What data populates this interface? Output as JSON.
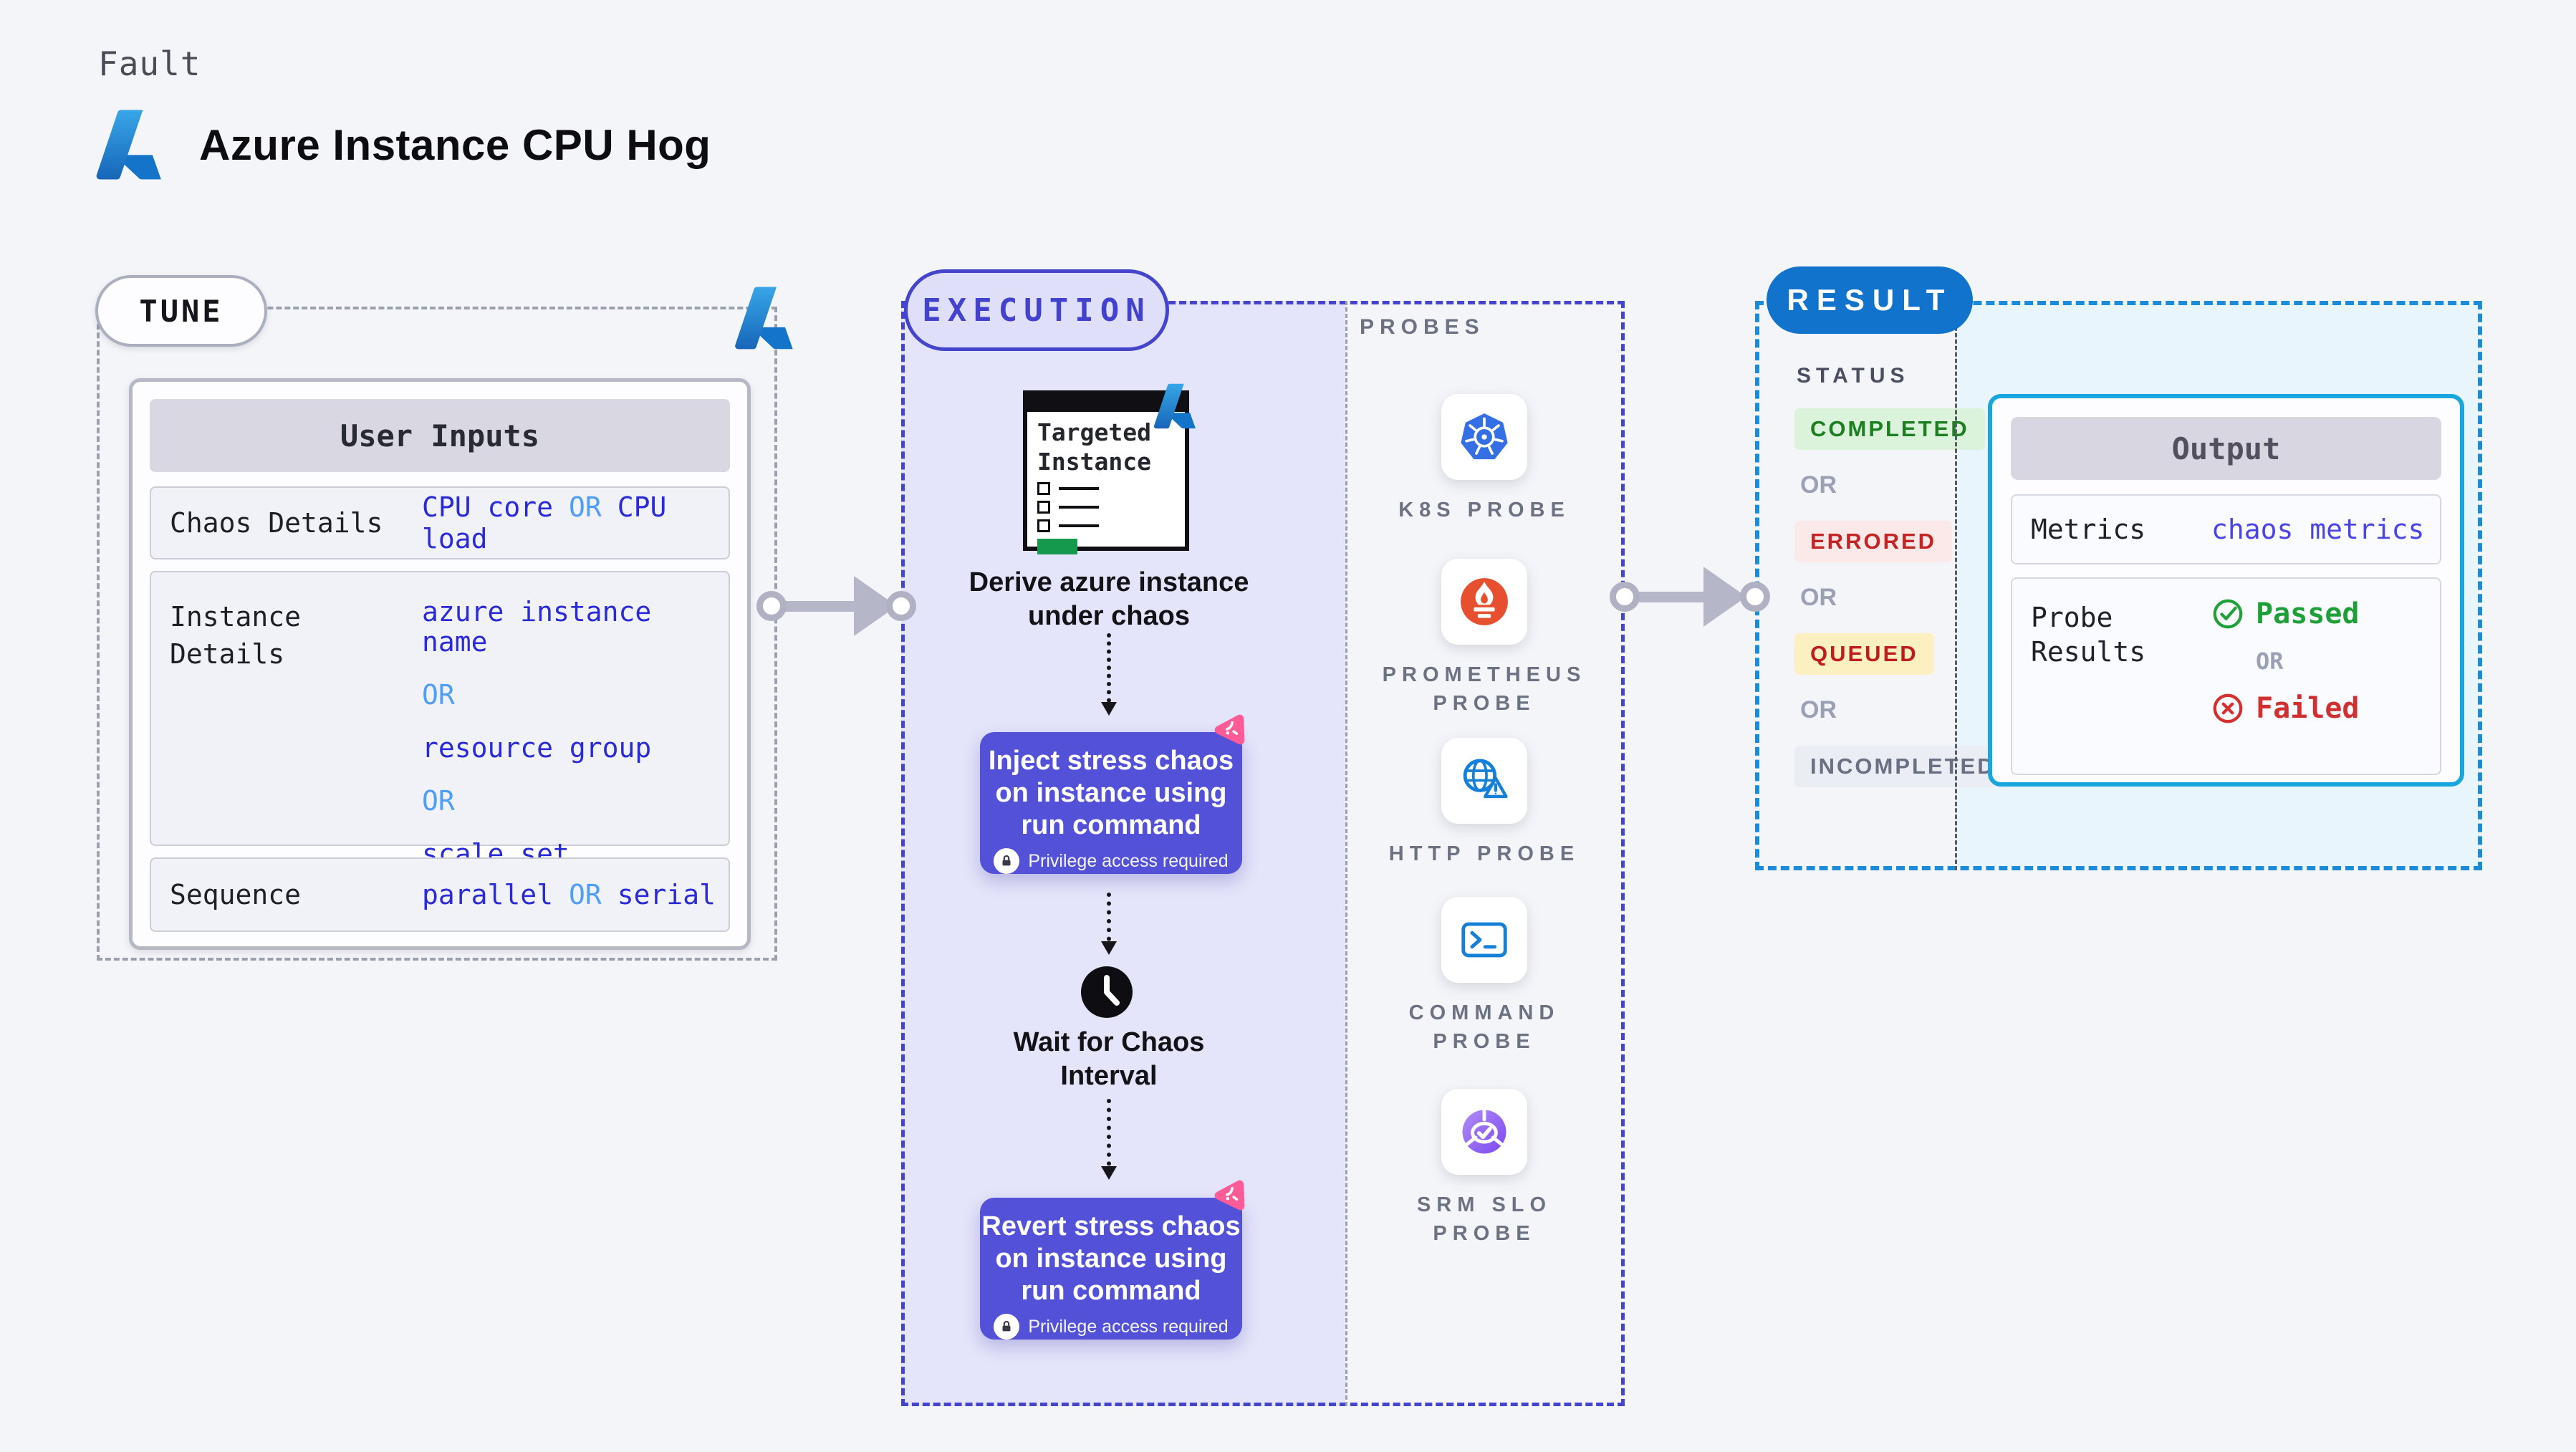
{
  "theme": {
    "bg": "#f4f5f9",
    "indigo": "#4444cd",
    "lavender": "#e4e4fa",
    "stepbox": "#5351d8",
    "pink": "#fb5b96",
    "resultblue": "#1173cb",
    "resultborder": "#1c8bd9",
    "cyanfill": "#e8f5fc",
    "outputborder": "#17a6de",
    "value": "#2a2ad8",
    "or": "#4f9df6",
    "green": "#22a03a",
    "red": "#d62f2f"
  },
  "header": {
    "kicker": "Fault",
    "title": "Azure Instance CPU Hog"
  },
  "tune": {
    "badge": "TUNE",
    "user_inputs": {
      "title": "User Inputs",
      "rows": [
        {
          "label": "Chaos Details",
          "layout": "inline",
          "segments": [
            {
              "text": "CPU core",
              "kind": "value"
            },
            {
              "text": "OR",
              "kind": "or"
            },
            {
              "text": "CPU load",
              "kind": "value"
            }
          ]
        },
        {
          "label": "Instance Details",
          "layout": "stack",
          "segments": [
            {
              "text": "azure instance name",
              "kind": "value"
            },
            {
              "text": "OR",
              "kind": "or"
            },
            {
              "text": "resource group",
              "kind": "value"
            },
            {
              "text": "OR",
              "kind": "or"
            },
            {
              "text": "scale set",
              "kind": "value"
            }
          ]
        },
        {
          "label": "Sequence",
          "layout": "inline",
          "segments": [
            {
              "text": "parallel",
              "kind": "value"
            },
            {
              "text": "OR",
              "kind": "or"
            },
            {
              "text": "serial",
              "kind": "value"
            }
          ]
        }
      ]
    }
  },
  "execution": {
    "badge": "EXECUTION",
    "target_window": {
      "title_lines": [
        "Targeted",
        "Instance"
      ]
    },
    "derive_caption_lines": [
      "Derive azure instance",
      "under chaos"
    ],
    "inject_step": {
      "lines": [
        "Inject stress chaos",
        "on instance using",
        "run command"
      ],
      "note": "Privilege access required"
    },
    "wait_caption_lines": [
      "Wait for Chaos",
      "Interval"
    ],
    "revert_step": {
      "lines": [
        "Revert stress chaos",
        "on instance using",
        "run command"
      ],
      "note": "Privilege access required"
    }
  },
  "probes": {
    "title": "PROBES",
    "items": [
      {
        "icon": "kubernetes-icon",
        "label_lines": [
          "K8S PROBE"
        ]
      },
      {
        "icon": "prometheus-icon",
        "label_lines": [
          "PROMETHEUS",
          "PROBE"
        ]
      },
      {
        "icon": "http-icon",
        "label_lines": [
          "HTTP PROBE"
        ]
      },
      {
        "icon": "command-icon",
        "label_lines": [
          "COMMAND",
          "PROBE"
        ]
      },
      {
        "icon": "srm-slo-icon",
        "label_lines": [
          "SRM SLO",
          "PROBE"
        ]
      }
    ]
  },
  "result": {
    "badge": "RESULT",
    "status": {
      "title": "STATUS",
      "items": [
        {
          "text": "COMPLETED",
          "kind": "completed"
        },
        {
          "text": "OR",
          "kind": "or"
        },
        {
          "text": "ERRORED",
          "kind": "errored"
        },
        {
          "text": "OR",
          "kind": "or"
        },
        {
          "text": "QUEUED",
          "kind": "queued"
        },
        {
          "text": "OR",
          "kind": "or"
        },
        {
          "text": "INCOMPLETED",
          "kind": "incompleted"
        }
      ]
    },
    "output": {
      "title": "Output",
      "metrics_label": "Metrics",
      "metrics_value": "chaos metrics",
      "probe_results_label_lines": [
        "Probe",
        "Results"
      ],
      "passed": "Passed",
      "or": "OR",
      "failed": "Failed"
    }
  }
}
